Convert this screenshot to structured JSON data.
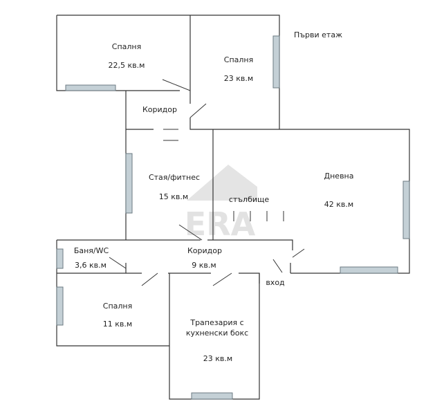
{
  "title": "Първи етаж",
  "watermark": "ERA",
  "rooms": [
    {
      "name": "Спалня",
      "area": "22,5 кв.м"
    },
    {
      "name": "Спалня",
      "area": "23 кв.м"
    },
    {
      "name": "Коридор",
      "area": ""
    },
    {
      "name": "Стая/фитнес",
      "area": "15 кв.м"
    },
    {
      "name": "Дневна",
      "area": "42 кв.м"
    },
    {
      "name": "Баня/WC",
      "area": "3,6 кв.м"
    },
    {
      "name": "Коридор",
      "area": "9 кв.м"
    },
    {
      "name": "Спалня",
      "area": "11 кв.м"
    },
    {
      "name": "Трапезария с",
      "name2": "кухненски бокс",
      "area": "23 кв.м"
    }
  ],
  "labels": {
    "stairs": "стълбище",
    "entrance": "вход"
  },
  "colors": {
    "wall": "#333333",
    "window": "#c4d0d6"
  }
}
